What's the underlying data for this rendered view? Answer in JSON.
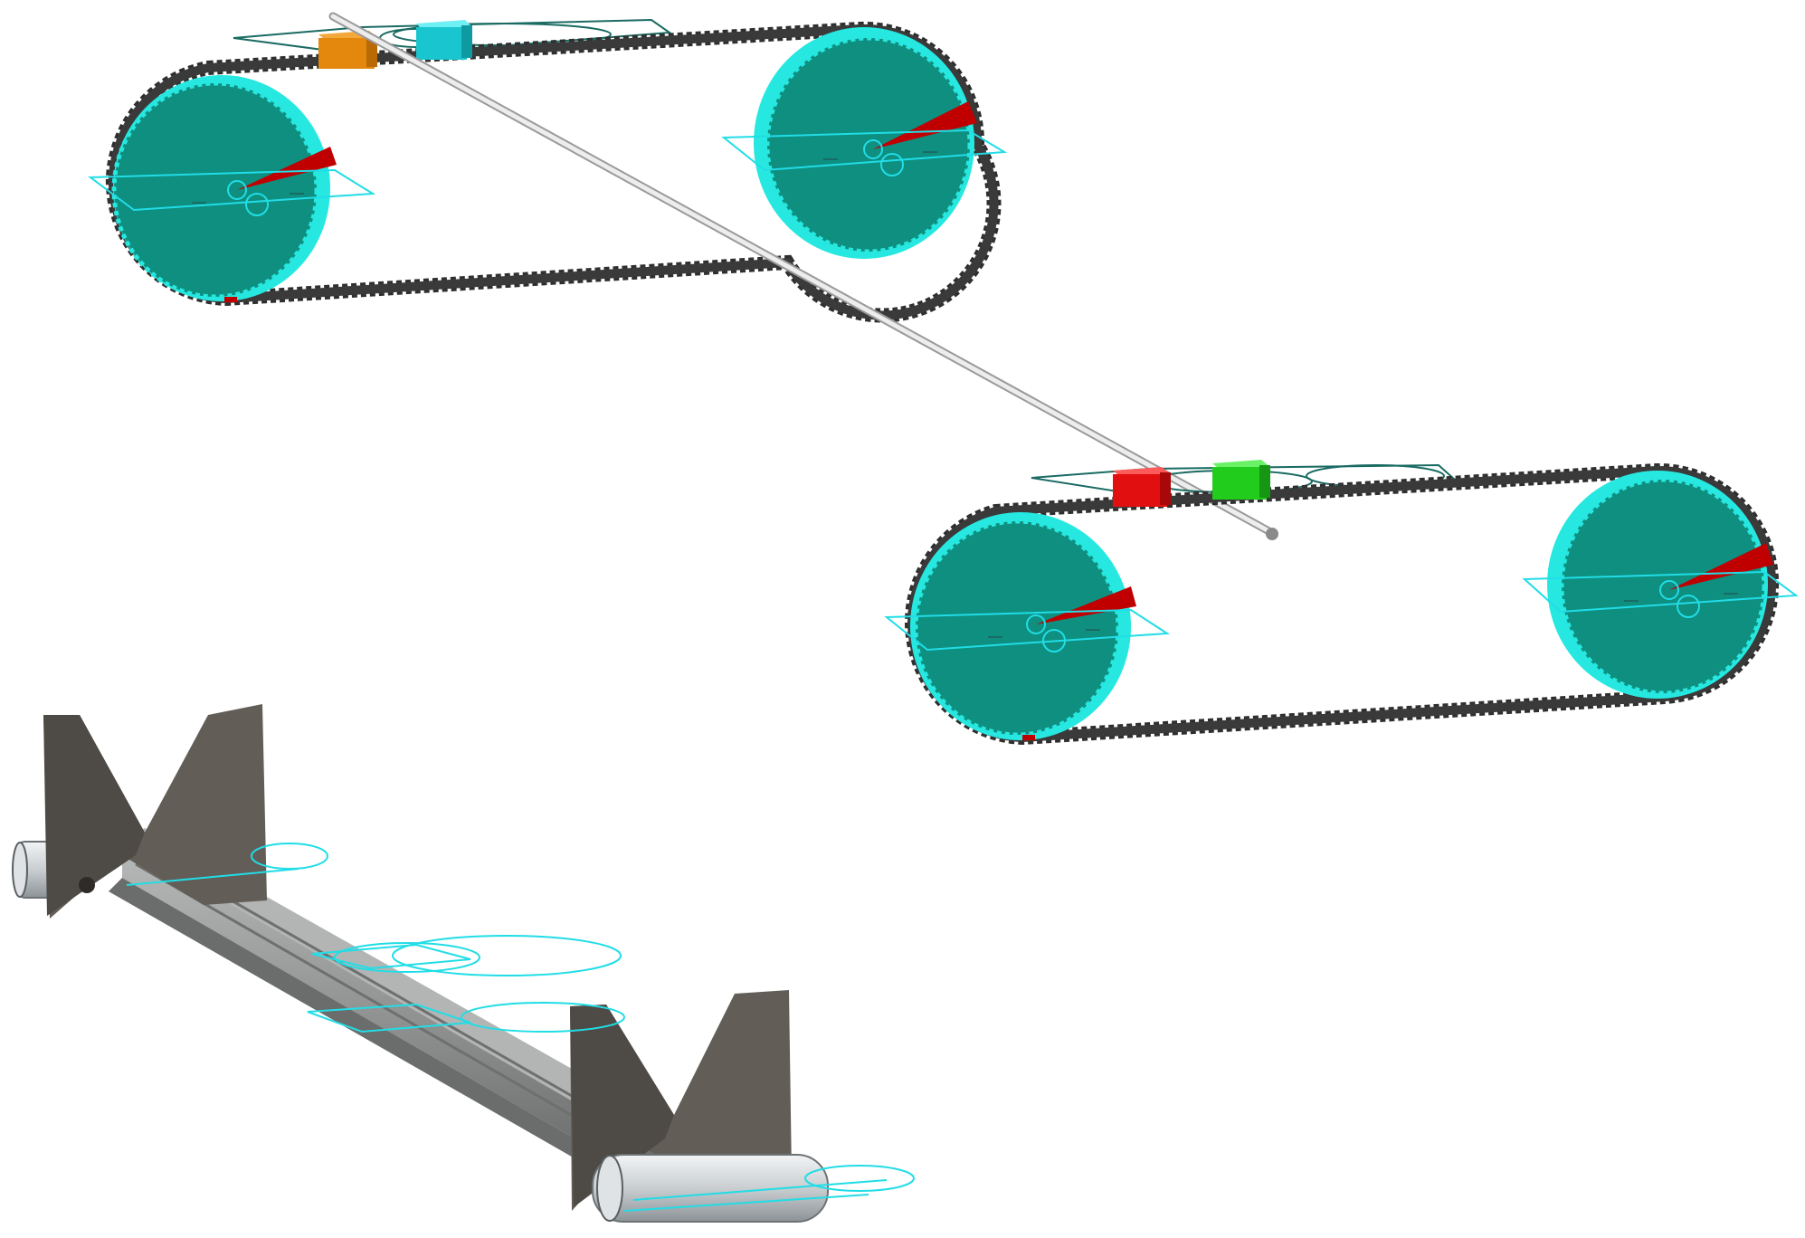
{
  "colors": {
    "background": "#ffffff",
    "belt": "#3a3a3a",
    "belt_edge": "#1e1e1e",
    "pulley": "#0e8f80",
    "pulley_rim": "#26e8e0",
    "pointer": "#c00000",
    "sketch_dark": "#1a6b63",
    "sketch_cyan": "#21dde6",
    "rod": "#d8d8d8",
    "block_orange": "#e3880c",
    "block_cyan": "#19c6cf",
    "block_red": "#e10f0f",
    "block_green": "#22cc1c",
    "plate": "#625d57",
    "beam": "#8f9190",
    "roller": "#c9ced1"
  },
  "components": {
    "belt_assemblies": [
      "upper-belt-drive",
      "lower-belt-drive"
    ],
    "sliders": [
      "orange-slider",
      "cyan-slider",
      "red-slider",
      "green-slider"
    ],
    "frame": [
      "support-frame"
    ]
  }
}
